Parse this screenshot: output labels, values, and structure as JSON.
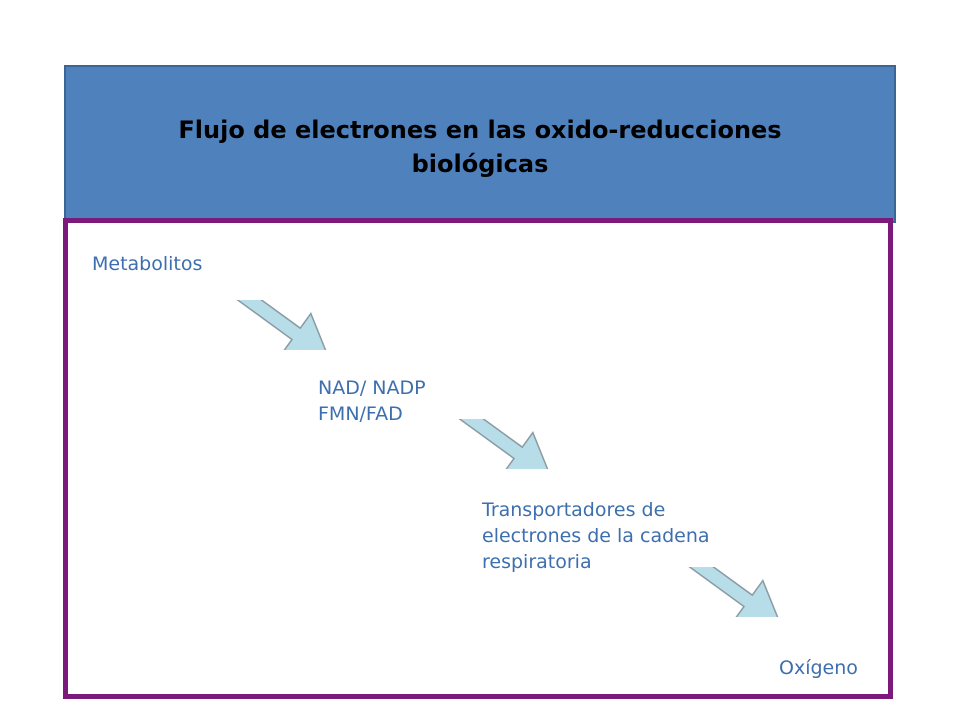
{
  "header": {
    "title_line1": "Flujo de electrones en las oxido-reducciones",
    "title_line2": "biológicas"
  },
  "diagram": {
    "nodes": {
      "metabolitos": "Metabolitos",
      "nad_nadp": "NAD/ NADP",
      "fmn_fad": "FMN/FAD",
      "transportadores_line1": "Transportadores de",
      "transportadores_line2": "electrones de la cadena",
      "transportadores_line3": "respiratoria",
      "oxigeno": "Oxígeno"
    },
    "colors": {
      "header_bg": "#4f81bd",
      "panel_border": "#7b1a7b",
      "label_text": "#3d6fae",
      "arrow_fill": "#b7dde8",
      "arrow_stroke": "#8a9aa3"
    }
  }
}
